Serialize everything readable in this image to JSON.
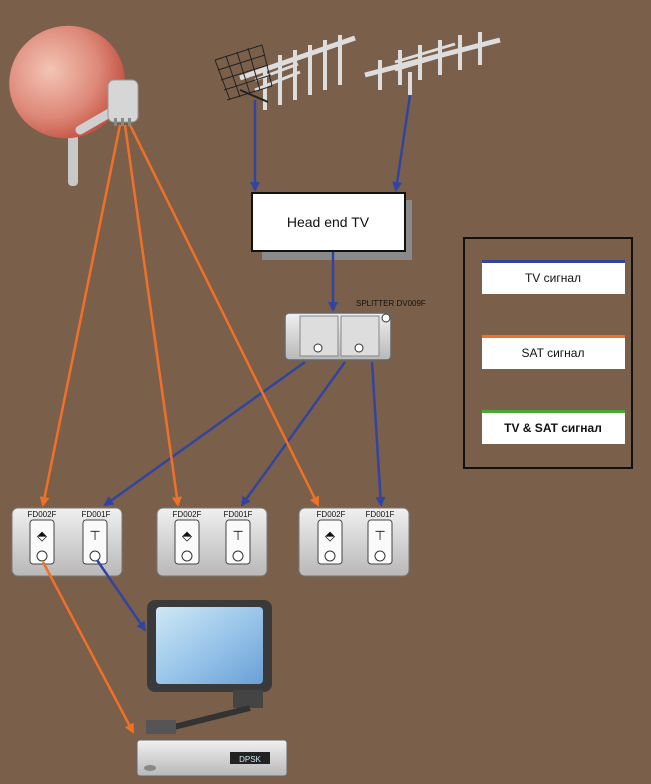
{
  "diagram": {
    "headend_label": "Head end TV",
    "splitter_label": "SPLITTER DV009F",
    "outlets": [
      {
        "sat_label": "FD002F",
        "tv_label": "FD001F"
      },
      {
        "sat_label": "FD002F",
        "tv_label": "FD001F"
      },
      {
        "sat_label": "FD002F",
        "tv_label": "FD001F"
      }
    ],
    "receiver_display": "DPSK"
  },
  "legend": {
    "items": [
      {
        "label": "TV сигнал",
        "color": "#3344a0"
      },
      {
        "label": "SAT сигнал",
        "color": "#f07028"
      },
      {
        "label": "TV & SAT сигнал",
        "color": "#44aa33"
      }
    ]
  },
  "colors": {
    "background": "#7a604a",
    "tv_line": "#3344a0",
    "sat_line": "#f07028"
  }
}
